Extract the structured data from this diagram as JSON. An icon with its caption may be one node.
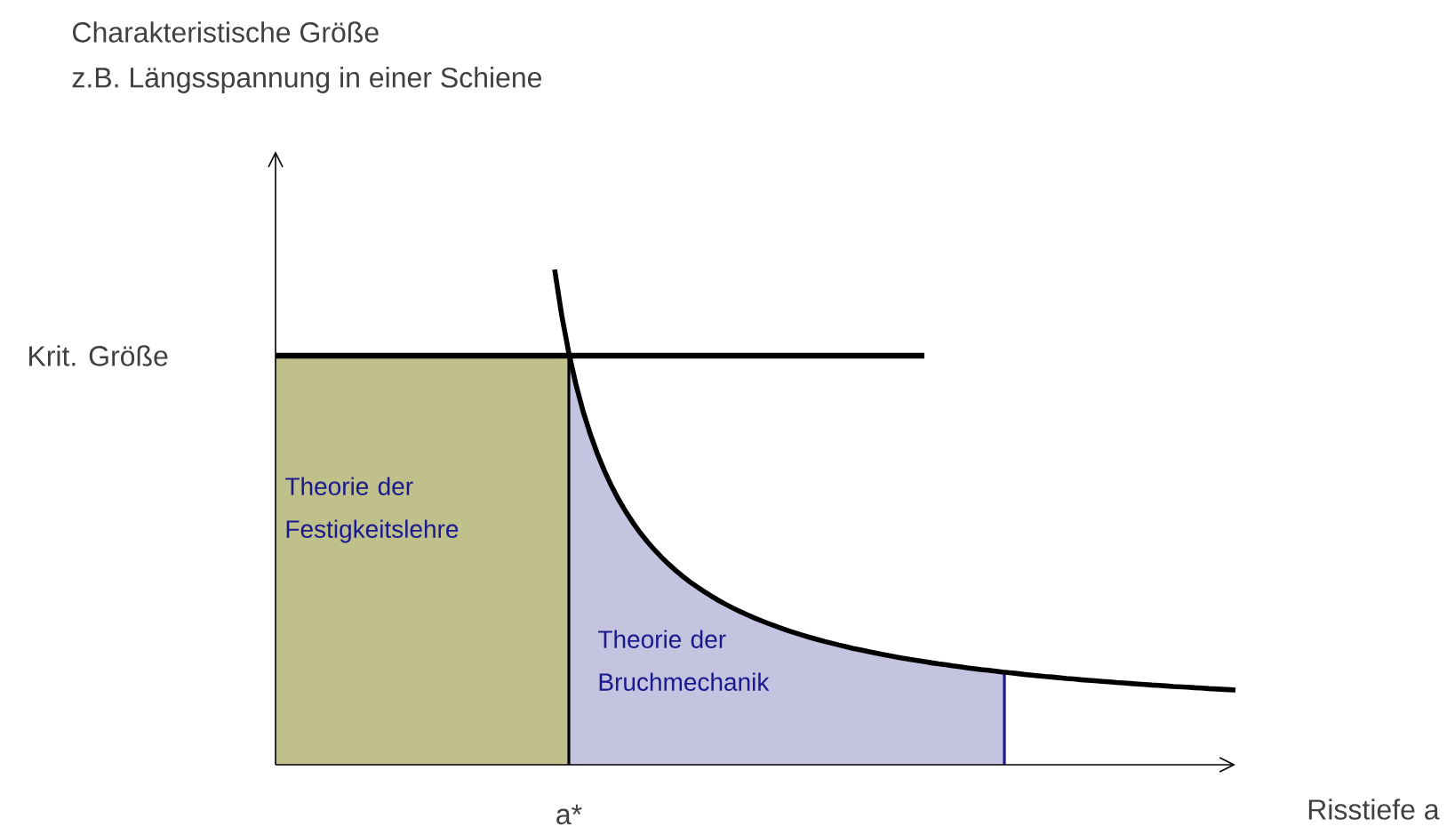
{
  "diagram": {
    "nodes": [
      {
        "text": [
          "Theorie der Festigkeitslehre"
        ]
      },
      {
        "text": [
          "Theorie der Bruchmechanik"
        ]
      }
    ],
    "labels": [
      "Charakteristische Größe",
      "z.B. Längsspannung in einer Schiene",
      "Krit. Größe",
      "a*",
      "Risstiefe a"
    ]
  }
}
